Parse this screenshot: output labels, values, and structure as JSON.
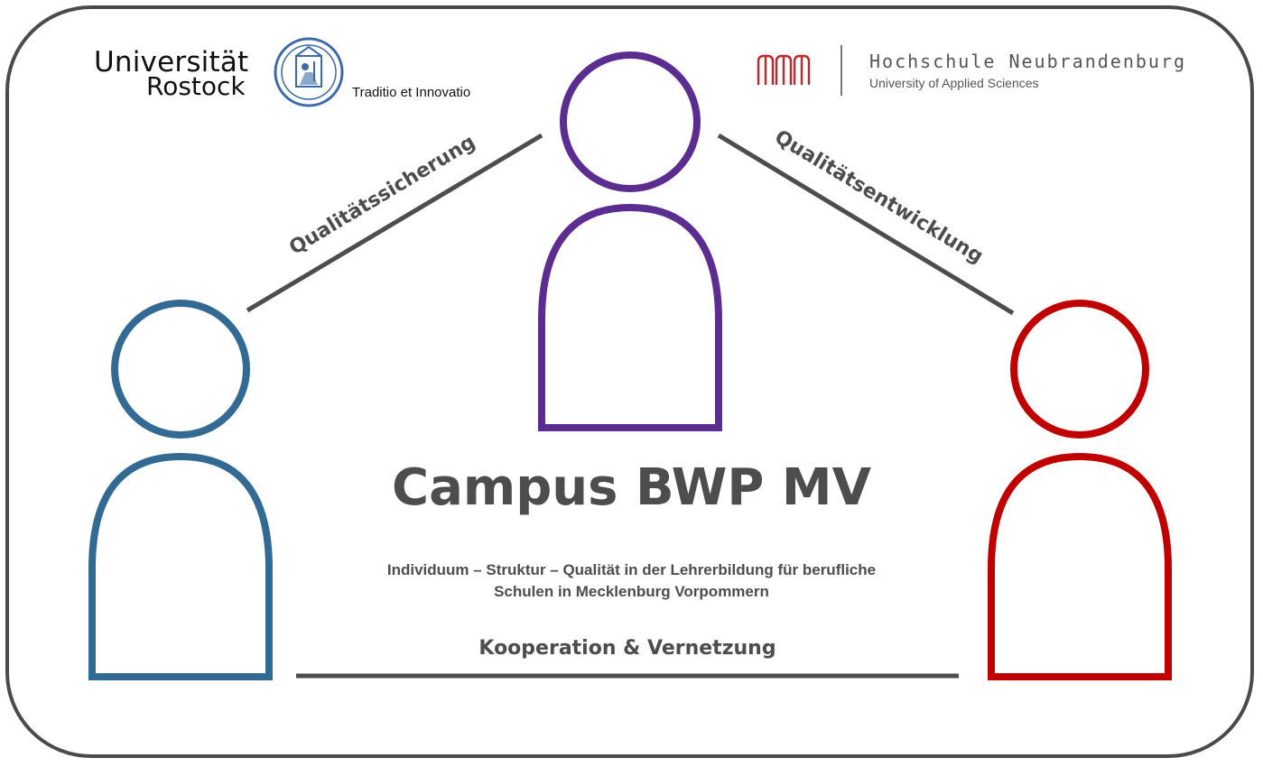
{
  "logos": {
    "left": {
      "name": "Universität",
      "city": "Rostock",
      "motto": "Traditio et Innovatio",
      "seal_icon": "university-seal-icon",
      "seal_color": "#3a6aa8"
    },
    "right": {
      "name": "Hochschule Neubrandenburg",
      "subtitle": "University of Applied Sciences",
      "mark_icon": "hs-nb-logo-mark-icon",
      "mark_color": "#c0262d"
    }
  },
  "diagram": {
    "title": "Campus BWP MV",
    "subtitle_lines": [
      "Individuum – Struktur – Qualität in der Lehrerbildung für berufliche",
      "Schulen in Mecklenburg Vorpommern"
    ],
    "nodes": [
      {
        "id": "left",
        "icon": "person-icon",
        "color": "#336a93"
      },
      {
        "id": "top",
        "icon": "person-icon",
        "color": "#5c2d91"
      },
      {
        "id": "right",
        "icon": "person-icon",
        "color": "#c00000"
      }
    ],
    "edges": [
      {
        "from": "left",
        "to": "top",
        "label": "Qualitätssicherung"
      },
      {
        "from": "top",
        "to": "right",
        "label": "Qualitätsentwicklung"
      },
      {
        "from": "left",
        "to": "right",
        "label": "Kooperation & Vernetzung"
      }
    ],
    "line_color": "#4d4d4d"
  }
}
